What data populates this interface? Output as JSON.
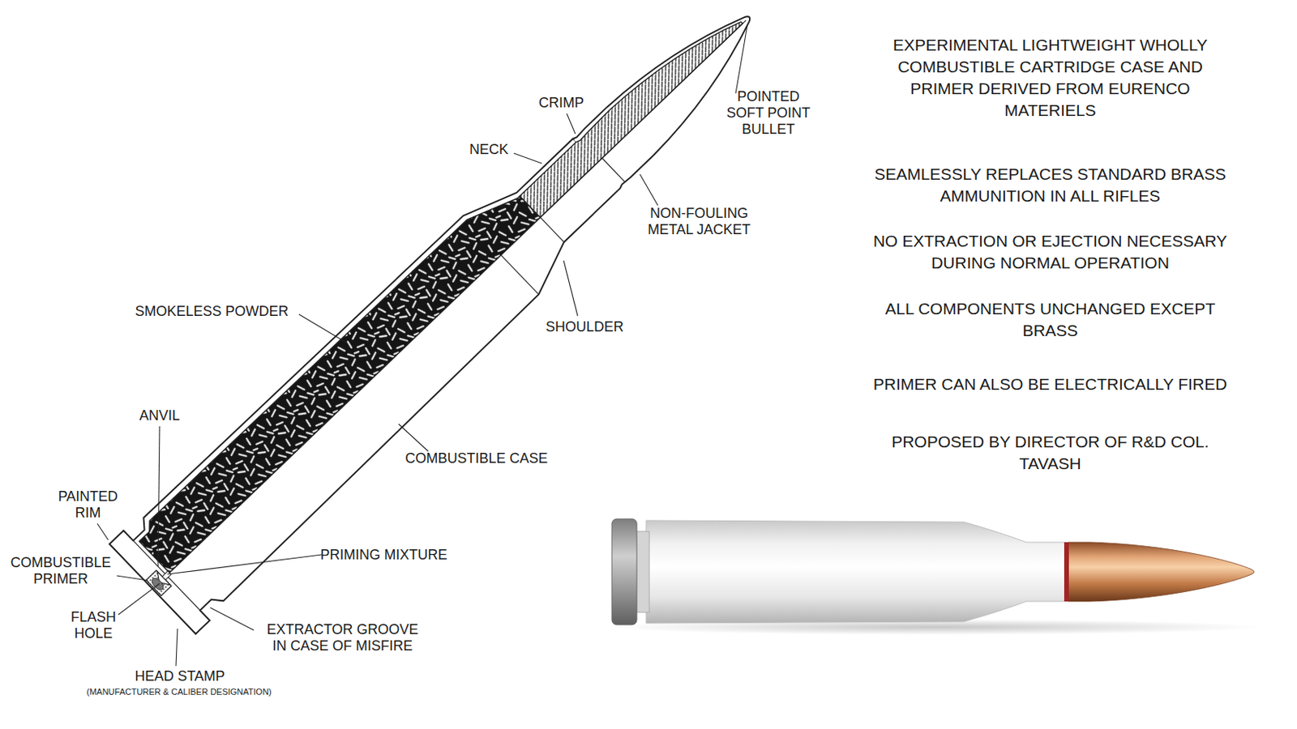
{
  "diagram": {
    "title": "EXPERIMENTAL LIGHTWEIGHT WHOLLY COMBUSTIBLE CARTRIDGE CASE AND PRIMER DERIVED FROM EURENCO MATERIELS",
    "labels": [
      "POINTED SOFT POINT BULLET",
      "CRIMP",
      "NECK",
      "NON-FOULING METAL JACKET",
      "SMOKELESS POWDER",
      "SHOULDER",
      "ANVIL",
      "COMBUSTIBLE CASE",
      "PAINTED RIM",
      "PRIMING MIXTURE",
      "COMBUSTIBLE PRIMER",
      "FLASH HOLE",
      "EXTRACTOR GROOVE IN CASE OF MISFIRE",
      "HEAD STAMP",
      "(MANUFACTURER & CALIBER DESIGNATION)",
      "SEAMLESSLY REPLACES STANDARD BRASS AMMUNITION IN ALL RIFLES",
      "NO EXTRACTION OR EJECTION NECESSARY DURING NORMAL OPERATION",
      "ALL COMPONENTS UNCHANGED EXCEPT BRASS",
      "PRIMER CAN ALSO BE ELECTRICALLY FIRED",
      "PROPOSED BY DIRECTOR OF R&D COL. TAVASH"
    ]
  }
}
